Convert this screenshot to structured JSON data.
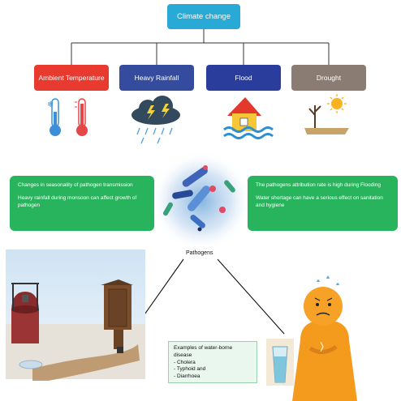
{
  "root": {
    "label": "Climate change",
    "color": "#29a9d6"
  },
  "factors": [
    {
      "label": "Ambient Temperature",
      "color": "#e83a2e"
    },
    {
      "label": "Heavy Rainfall",
      "color": "#354c9e"
    },
    {
      "label": "Flood",
      "color": "#2a3c9c"
    },
    {
      "label": "Drought",
      "color": "#8a7c72"
    }
  ],
  "left_box": {
    "line1": "Changes in seasonality of pathogen transmission",
    "line2": "Heavy rainfall during monsoon can affect growth of pathogen"
  },
  "right_box": {
    "line1": "The pathogens attribution rate is high during Flooding",
    "line2": "Water shortage can have a serious effect on sanitation and hygiene"
  },
  "center_label": "Pathogens",
  "disease_box": {
    "title": "Examples of water-borne disease",
    "items": [
      "- Cholera",
      "- Typhoid and",
      "- Diarrhoea"
    ]
  },
  "icons": [
    "thermometer-cold-icon",
    "thermometer-hot-icon",
    "storm-cloud-icon",
    "flooded-house-icon",
    "drought-sun-icon",
    "bacteria-icon",
    "well-icon",
    "latrine-icon",
    "water-glass-icon",
    "sick-person-icon"
  ]
}
